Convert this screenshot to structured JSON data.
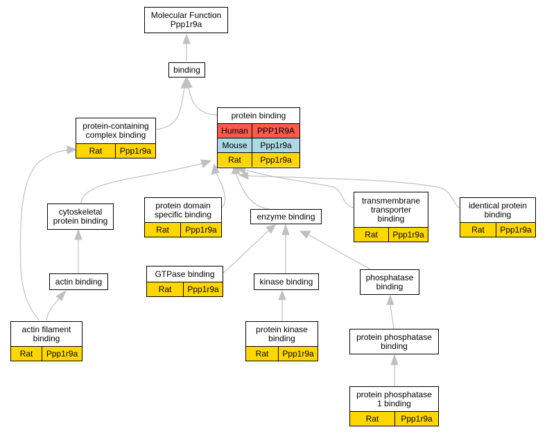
{
  "colors": {
    "edge": "#c0c0c0",
    "rat": "#ffd700",
    "human": "#fa5a4b",
    "mouse": "#add8e6"
  },
  "nodes": {
    "molecular_function": {
      "title": "Molecular Function\nPpp1r9a"
    },
    "binding": {
      "title": "binding"
    },
    "protein_containing_complex_binding": {
      "title": "protein-containing\ncomplex binding",
      "rows": [
        {
          "species": "Rat",
          "gene": "Ppp1r9a",
          "color": "#ffd700"
        }
      ]
    },
    "protein_binding": {
      "title": "protein binding",
      "rows": [
        {
          "species": "Human",
          "gene": "PPP1R9A",
          "color": "#fa5a4b"
        },
        {
          "species": "Mouse",
          "gene": "Ppp1r9a",
          "color": "#add8e6"
        },
        {
          "species": "Rat",
          "gene": "Ppp1r9a",
          "color": "#ffd700"
        }
      ]
    },
    "cytoskeletal_protein_binding": {
      "title": "cytoskeletal\nprotein binding"
    },
    "protein_domain_specific_binding": {
      "title": "protein domain\nspecific binding",
      "rows": [
        {
          "species": "Rat",
          "gene": "Ppp1r9a",
          "color": "#ffd700"
        }
      ]
    },
    "enzyme_binding": {
      "title": "enzyme binding"
    },
    "transmembrane_transporter_binding": {
      "title": "transmembrane\ntransporter\nbinding",
      "rows": [
        {
          "species": "Rat",
          "gene": "Ppp1r9a",
          "color": "#ffd700"
        }
      ]
    },
    "identical_protein_binding": {
      "title": "identical protein\nbinding",
      "rows": [
        {
          "species": "Rat",
          "gene": "Ppp1r9a",
          "color": "#ffd700"
        }
      ]
    },
    "actin_binding": {
      "title": "actin binding"
    },
    "gtpase_binding": {
      "title": "GTPase binding",
      "rows": [
        {
          "species": "Rat",
          "gene": "Ppp1r9a",
          "color": "#ffd700"
        }
      ]
    },
    "kinase_binding": {
      "title": "kinase binding"
    },
    "phosphatase_binding": {
      "title": "phosphatase\nbinding"
    },
    "actin_filament_binding": {
      "title": "actin filament\nbinding",
      "rows": [
        {
          "species": "Rat",
          "gene": "Ppp1r9a",
          "color": "#ffd700"
        }
      ]
    },
    "protein_kinase_binding": {
      "title": "protein kinase\nbinding",
      "rows": [
        {
          "species": "Rat",
          "gene": "Ppp1r9a",
          "color": "#ffd700"
        }
      ]
    },
    "protein_phosphatase_binding": {
      "title": "protein phosphatase\nbinding"
    },
    "protein_phosphatase_1_binding": {
      "title": "protein phosphatase\n1 binding",
      "rows": [
        {
          "species": "Rat",
          "gene": "Ppp1r9a",
          "color": "#ffd700"
        }
      ]
    }
  },
  "edges": [
    {
      "from": "binding",
      "to": "molecular_function"
    },
    {
      "from": "protein_containing_complex_binding",
      "to": "binding"
    },
    {
      "from": "protein_binding",
      "to": "binding"
    },
    {
      "from": "actin_filament_binding",
      "to": "protein_containing_complex_binding"
    },
    {
      "from": "cytoskeletal_protein_binding",
      "to": "protein_binding"
    },
    {
      "from": "protein_domain_specific_binding",
      "to": "protein_binding"
    },
    {
      "from": "enzyme_binding",
      "to": "protein_binding"
    },
    {
      "from": "transmembrane_transporter_binding",
      "to": "protein_binding"
    },
    {
      "from": "identical_protein_binding",
      "to": "protein_binding"
    },
    {
      "from": "actin_binding",
      "to": "cytoskeletal_protein_binding"
    },
    {
      "from": "gtpase_binding",
      "to": "enzyme_binding"
    },
    {
      "from": "kinase_binding",
      "to": "enzyme_binding"
    },
    {
      "from": "phosphatase_binding",
      "to": "enzyme_binding"
    },
    {
      "from": "actin_filament_binding",
      "to": "actin_binding"
    },
    {
      "from": "protein_kinase_binding",
      "to": "kinase_binding"
    },
    {
      "from": "protein_phosphatase_binding",
      "to": "phosphatase_binding"
    },
    {
      "from": "protein_phosphatase_1_binding",
      "to": "protein_phosphatase_binding"
    }
  ]
}
